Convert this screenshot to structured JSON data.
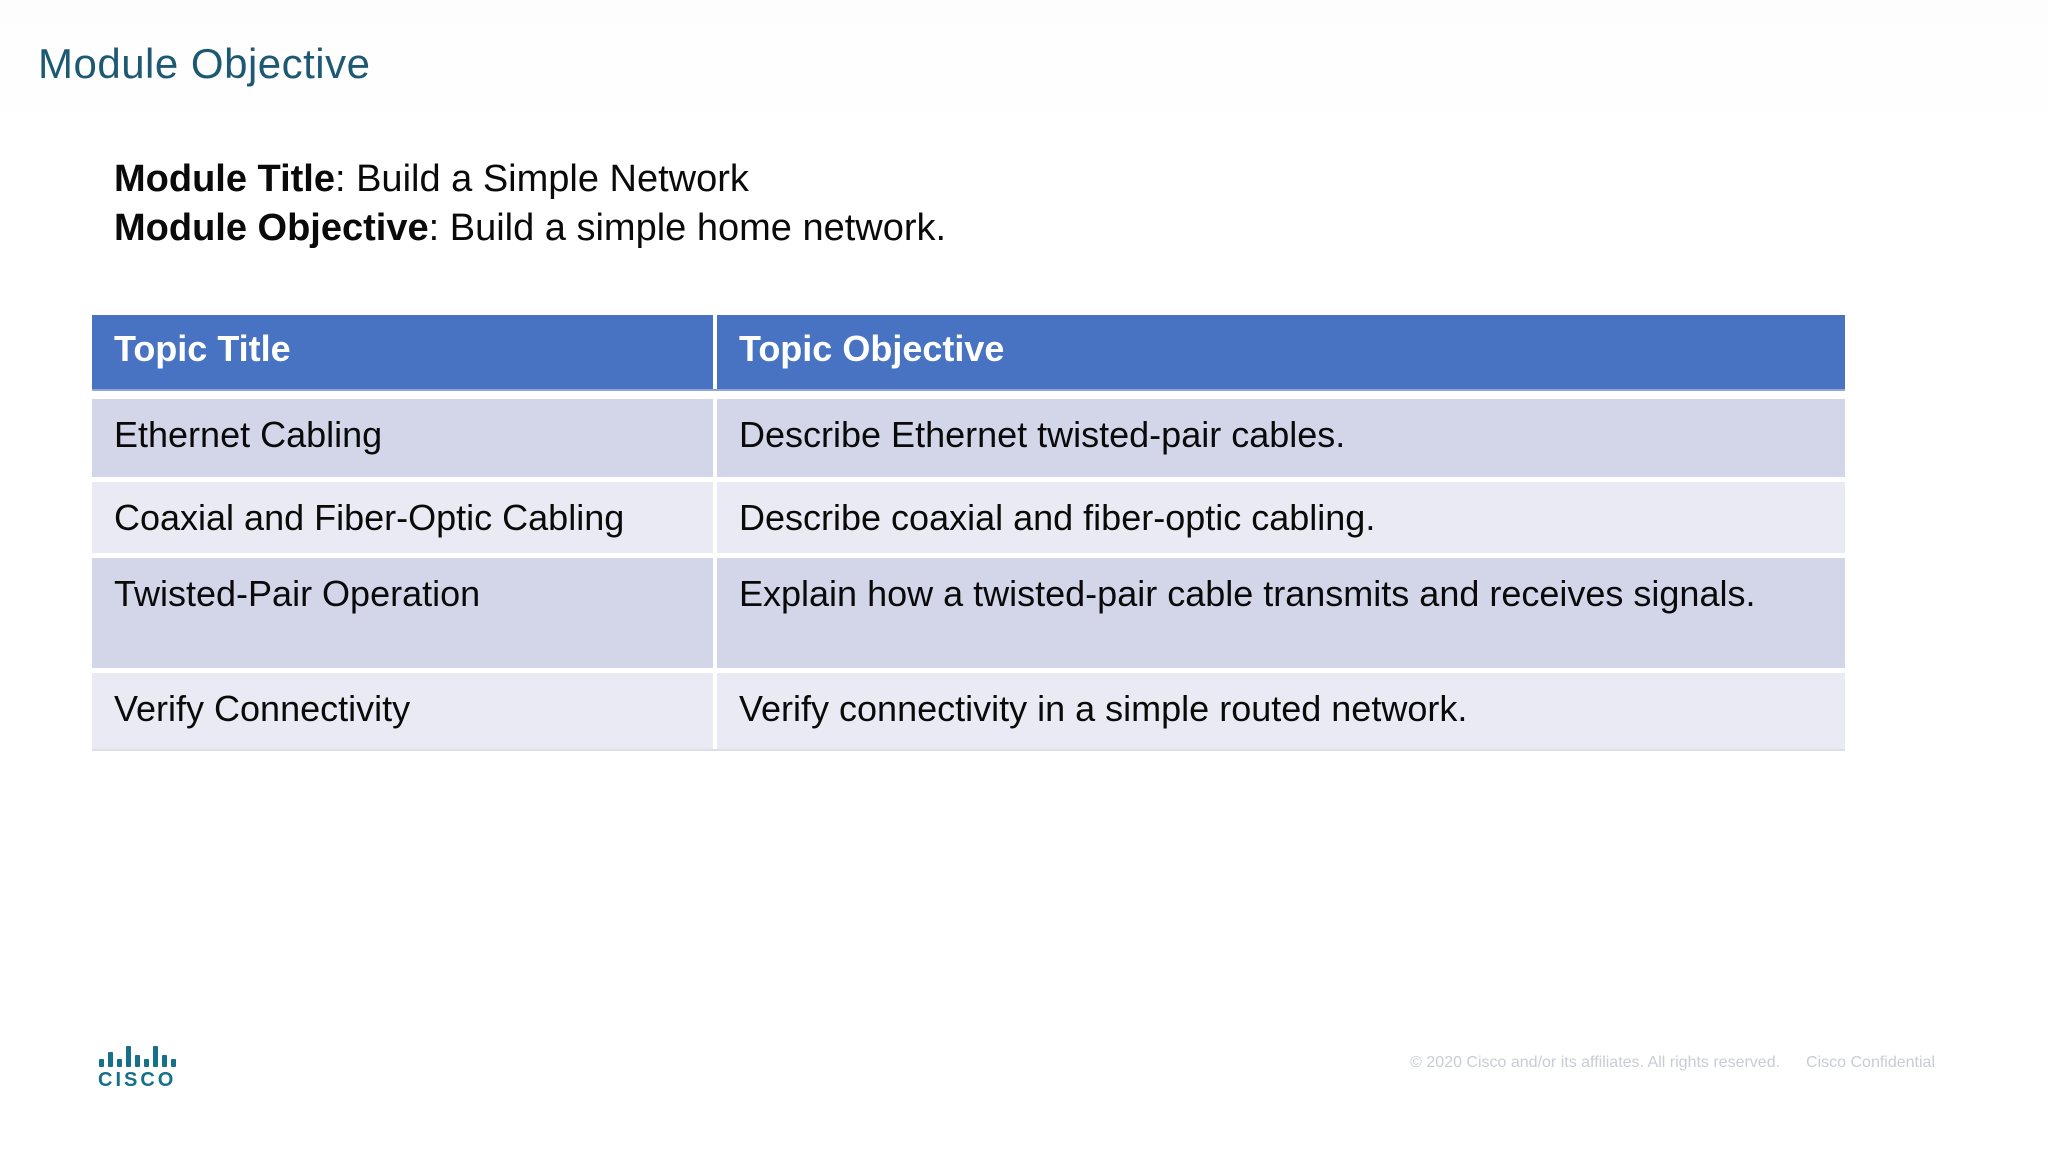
{
  "slide": {
    "title": "Module Objective"
  },
  "intro": {
    "line1_label": "Module Title",
    "line1_rest": ": Build a Simple Network",
    "line2_label": "Module Objective",
    "line2_rest": ": Build a simple home network."
  },
  "table": {
    "headers": [
      "Topic Title",
      "Topic Objective"
    ],
    "rows": [
      {
        "topic": "Ethernet Cabling",
        "objective": "Describe Ethernet twisted-pair cables."
      },
      {
        "topic": "Coaxial and Fiber-Optic Cabling",
        "objective": "Describe coaxial and fiber-optic cabling."
      },
      {
        "topic": "Twisted-Pair Operation",
        "objective": "Explain how a twisted-pair cable transmits and receives signals."
      },
      {
        "topic": "Verify Connectivity",
        "objective": "Verify connectivity in a simple routed network."
      }
    ]
  },
  "footer": {
    "logo_text": "cisco",
    "copyright": "© 2020  Cisco and/or its affiliates. All rights reserved.",
    "confidential": "Cisco Confidential"
  },
  "colors": {
    "title_text": "#1E5973",
    "table_header_bg": "#4873C2",
    "table_row_odd_bg": "#D3D6E8",
    "table_row_even_bg": "#E9EAF3",
    "cisco_logo": "#17708A",
    "footer_text": "#C9CCD6"
  }
}
